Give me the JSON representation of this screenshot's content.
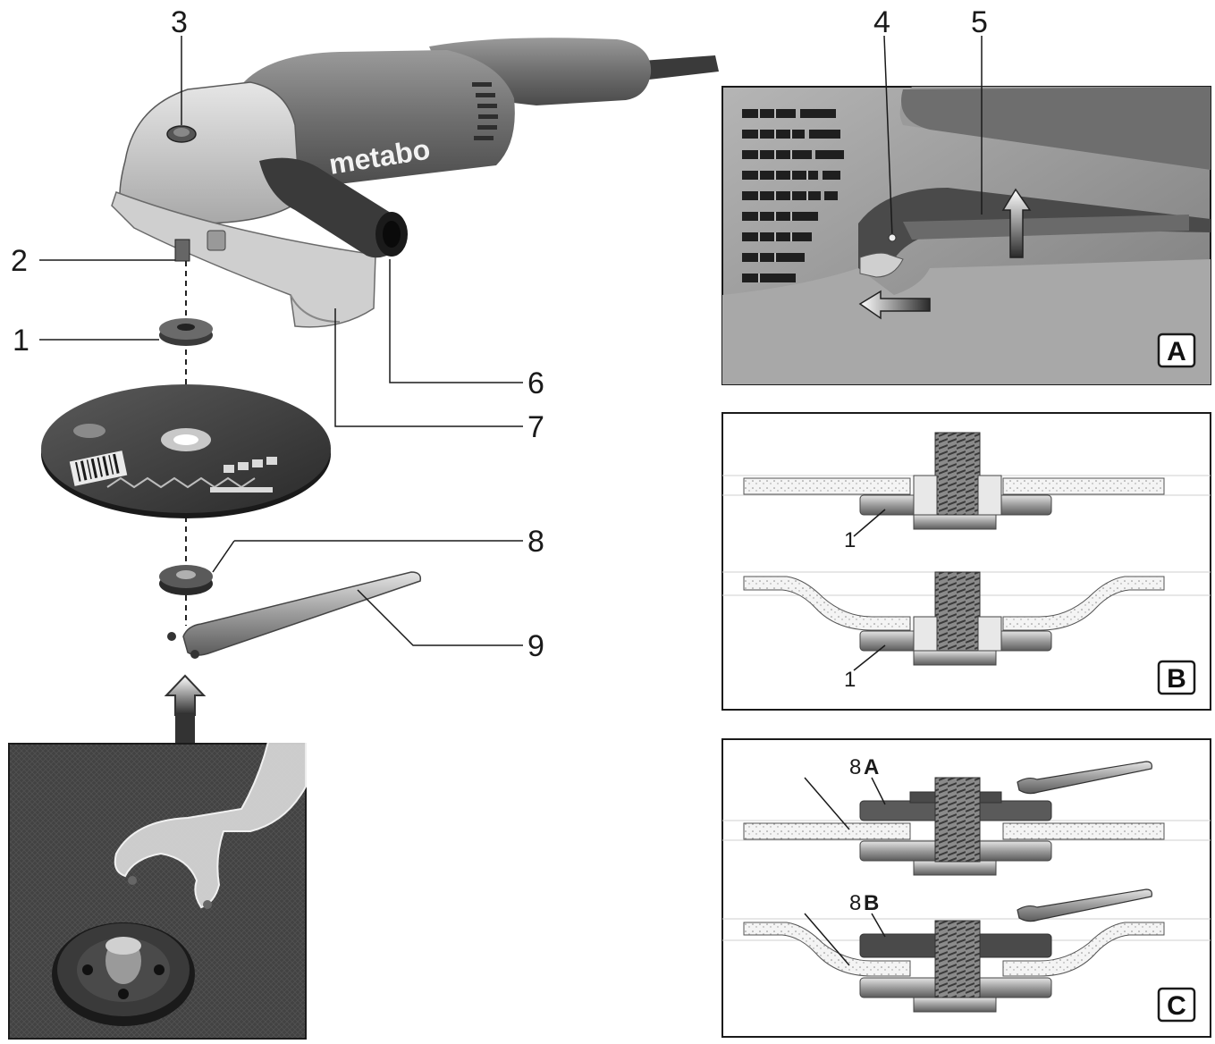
{
  "brand_logo_text": "metabo",
  "callouts": {
    "n1": "1",
    "n2": "2",
    "n3": "3",
    "n4": "4",
    "n5": "5",
    "n6": "6",
    "n7": "7",
    "n8": "8",
    "n9": "9"
  },
  "panel_a": {
    "letter": "A"
  },
  "panel_b": {
    "letter": "B",
    "label_flange_top": "1",
    "label_flange_bottom": "1"
  },
  "panel_c": {
    "letter": "C",
    "label_top_num": "8",
    "label_top_letter": "A",
    "label_bottom_num": "8",
    "label_bottom_letter": "B"
  },
  "colors": {
    "ink": "#1a1a1a",
    "mid_gray": "#8a8a8a",
    "dark_gray": "#4a4a4a",
    "light_gray": "#d0d0d0",
    "paper": "#ffffff"
  }
}
